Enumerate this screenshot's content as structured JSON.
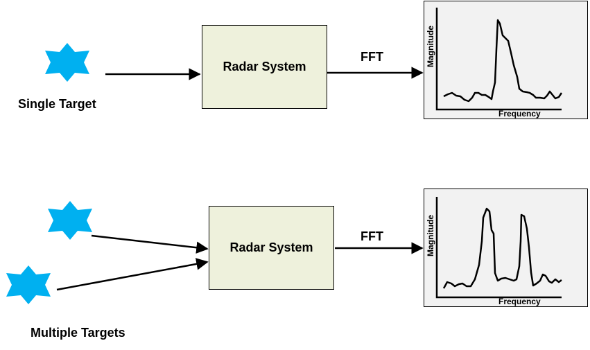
{
  "rows": [
    {
      "target_label": "Single Target",
      "box_label": "Radar System",
      "arrow_label": "FFT",
      "plot": {
        "ylabel": "Magnitude",
        "xlabel": "Frequency",
        "peaks": 1
      }
    },
    {
      "target_label": "Multiple Targets",
      "box_label": "Radar System",
      "arrow_label": "FFT",
      "plot": {
        "ylabel": "Magnitude",
        "xlabel": "Frequency",
        "peaks": 2
      }
    }
  ],
  "colors": {
    "target": "#00b0f0",
    "box_fill": "#eef1dc",
    "plot_bg": "#f2f2f2",
    "line": "#000000"
  },
  "icons": {
    "target": "seven-point-star-icon"
  }
}
